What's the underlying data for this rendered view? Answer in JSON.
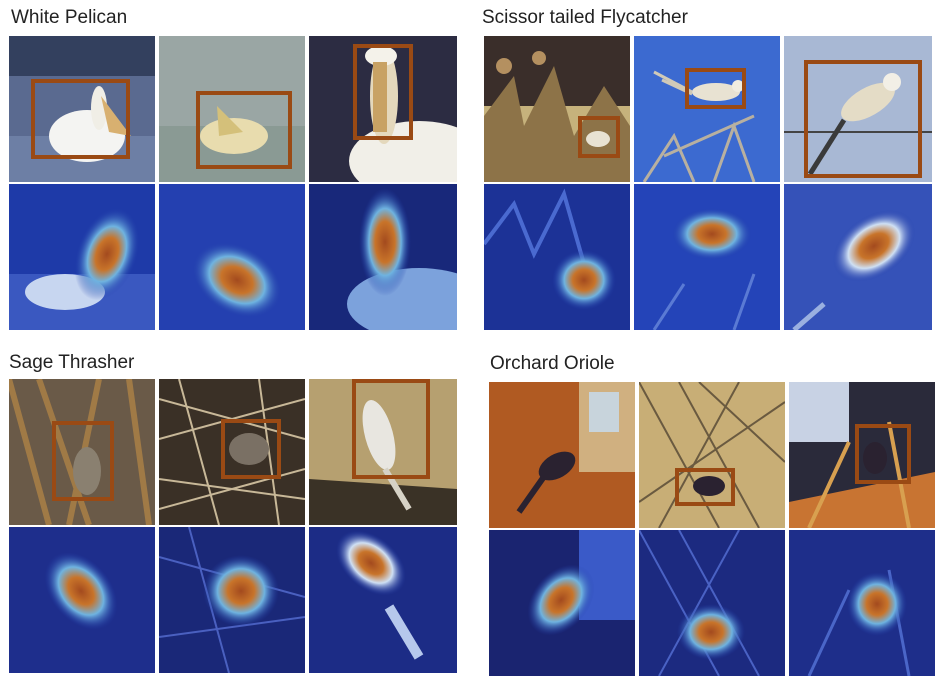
{
  "figure": {
    "panels": [
      {
        "title": "White Pelican",
        "scene": "water",
        "bird_color": "#f4f4f2",
        "hm_blob": [
          "tilt-left",
          "round",
          "tall"
        ]
      },
      {
        "title": "Scissor tailed Flycatcher",
        "scene": "sky",
        "bird_color": "#e8e2d2",
        "hm_blob": [
          "round",
          "round",
          "tilt-left"
        ]
      },
      {
        "title": "Sage Thrasher",
        "scene": "brush",
        "bird_color": "#8a8070",
        "hm_blob": [
          "tilt-right",
          "round",
          "tilt-right"
        ]
      },
      {
        "title": "Orchard Oriole",
        "scene": "foliage",
        "bird_color": "#2a2230",
        "hm_blob": [
          "tilt-left",
          "round",
          "round"
        ]
      }
    ],
    "colors": {
      "bbox": "#9a4a14",
      "heatmap_low": "#1e3aa8",
      "heatmap_mid": "#6fb3e0",
      "heatmap_high": "#c8742a",
      "heatmap_core": "#a34a1e"
    }
  }
}
